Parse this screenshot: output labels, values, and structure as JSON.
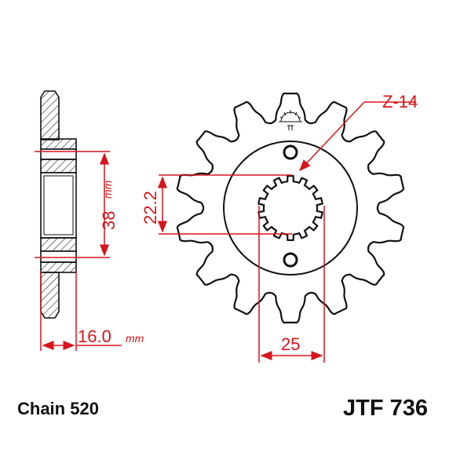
{
  "part_code": "JTF 736",
  "chain_label": "Chain 520",
  "teeth_label": "Z-14",
  "teeth_count": 14,
  "dimensions": {
    "bolt_circle": "38",
    "bolt_circle_unit": "mm",
    "spline_inner": "22.2",
    "spline_outer": "25",
    "thickness": "16.0",
    "thickness_unit": "mm"
  },
  "colors": {
    "dimension": "#d8141c",
    "outline": "#111111"
  }
}
